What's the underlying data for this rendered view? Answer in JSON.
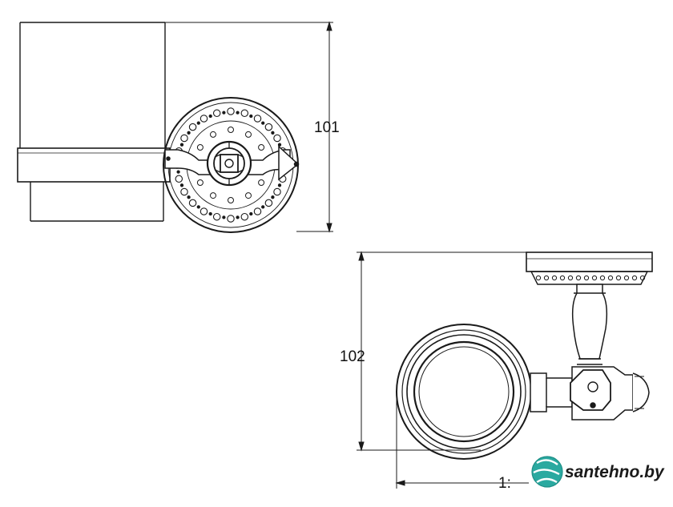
{
  "dimensions": {
    "front_height": "101",
    "side_height": "102",
    "side_width": "1:"
  },
  "brand": {
    "name": "santehno.by",
    "accent": "#2aa9a0"
  }
}
